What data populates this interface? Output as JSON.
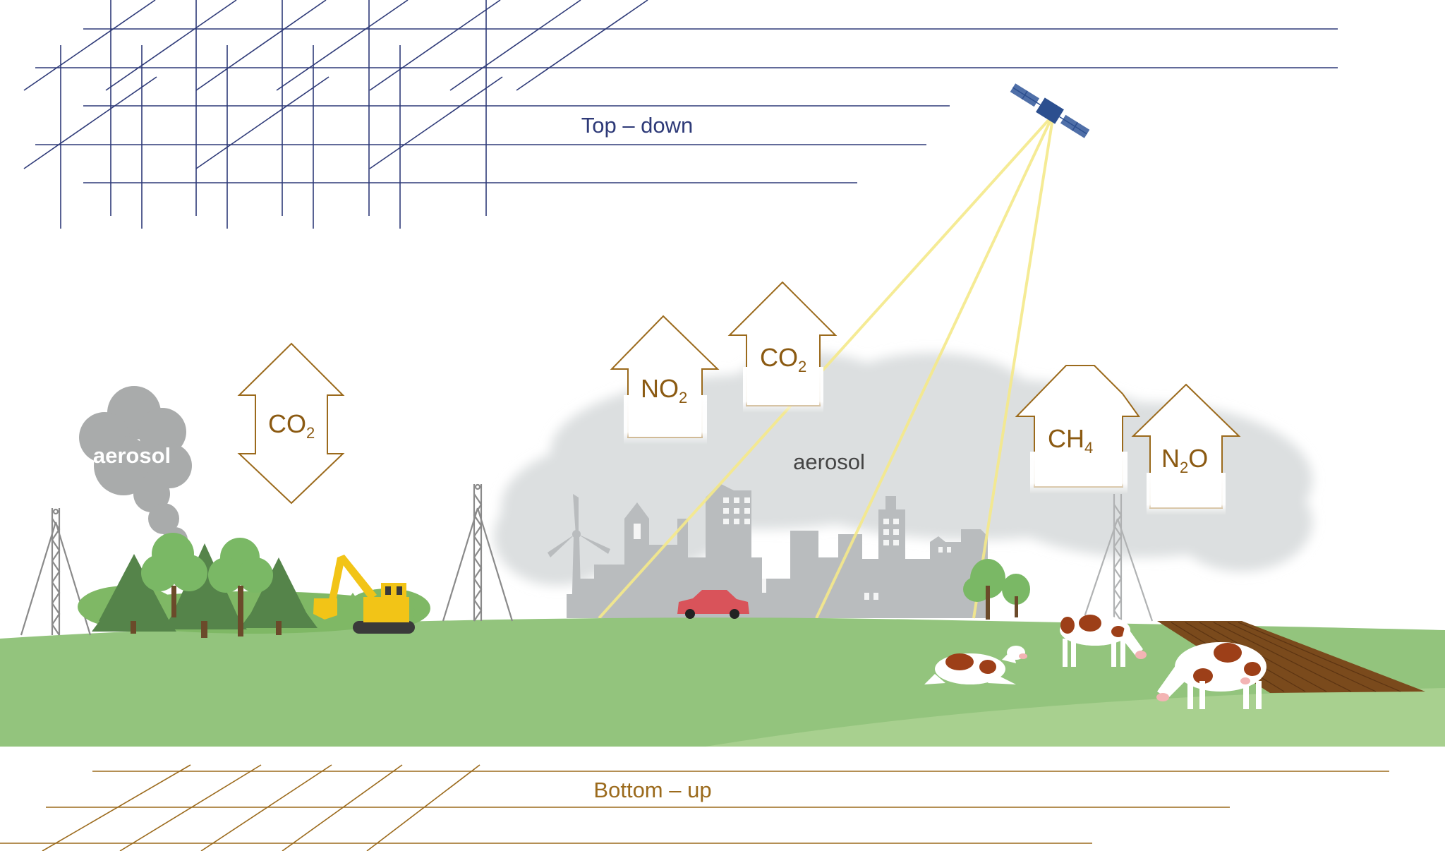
{
  "labels": {
    "top_down": "Top – down",
    "bottom_up": "Bottom – up",
    "aerosol_smoke": "aerosol",
    "aerosol_cloud": "aerosol"
  },
  "gases": {
    "co2_exchange": {
      "main": "CO",
      "sub": "2"
    },
    "no2": {
      "main": "NO",
      "sub": "2"
    },
    "co2_city": {
      "main": "CO",
      "sub": "2"
    },
    "ch4": {
      "main": "CH",
      "sub": "4"
    },
    "n2o": {
      "main": "N",
      "sub": "2",
      "tail": "O"
    }
  },
  "colors": {
    "top_down": "#2e3a78",
    "bottom_up": "#9b6a1c",
    "gas_text": "#8b5a12",
    "arrow_outline": "#9b6a1c",
    "beam": "#f5e98a",
    "cloud": "#dcdfe0",
    "smoke": "#a9abab",
    "city": "#b9bcbe",
    "grass": "#93c47d",
    "field": "#7a4a1c",
    "car": "#d9535a",
    "excavator": "#f2c417",
    "satellite": "#2c4f8f"
  }
}
